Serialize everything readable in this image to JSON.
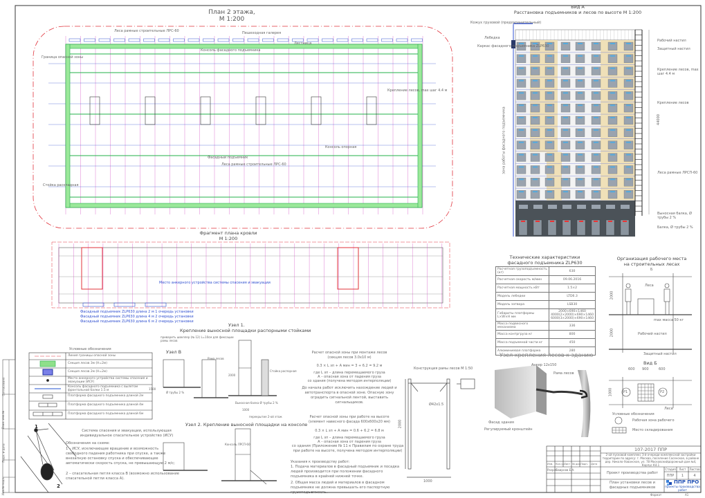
{
  "plan": {
    "title": "План 2 этажа,",
    "scale": "М 1:200",
    "labels": [
      "Леса рамные строительные ЛРС-60",
      "Консоль фасадного подъемника",
      "Граница опасной зоны",
      "Крепление лесов, max шаг 4.4 м",
      "Лестница",
      "Стойка раскладная",
      "Фасадный подъемник",
      "Леса рамные строительные ЛРС-60",
      "Консоль опорная",
      "Пешеходная галерея"
    ]
  },
  "roof": {
    "title": "Фрагмент плана кровли",
    "scale": "М 1:200",
    "labels": [
      "Фасадный подъемник ZLP630 длина 2 м 1 очередь установки",
      "Фасадный подъемник ZLP630 длина 4 м 2 очередь установки",
      "Фасадный подъемник ZLP630 длина 6 м 2 очередь установки",
      "Место анкерного устройства системы спасения и эвакуации"
    ]
  },
  "elevation": {
    "title": "Вид А",
    "subtitle": "Расстановка подъемников и лесов по высоте М 1:200",
    "height_dim": "44000",
    "left_callouts": [
      "Кожух грузовой (предохранительный)",
      "Лебедка",
      "Каркас фасадного подъемника ZLP630"
    ],
    "right_callouts": [
      "Рабочий настил",
      "Защитный настил",
      "Крепление лесов, max шаг 4.4 м",
      "Крепление лесов",
      "Леса рамные ЛРСП-60",
      "Выносная балка, Ø трубы 2 %",
      "Балка, Ø трубы 2 %"
    ],
    "vertical_label": "зона работы фасадного подъемника"
  },
  "tech_table": {
    "title_line1": "Технические характеристики",
    "title_line2": "фасадного подъемника ZLP630",
    "rows": [
      [
        "Расчетная грузоподъемность (кг)",
        "630"
      ],
      [
        "Расчетная скорость м/мин",
        "09.06.2016"
      ],
      [
        "Расчетная мощность кВт",
        "1.5×2"
      ],
      [
        "Модель лебедки",
        "LTD6.3"
      ],
      [
        "Модель затвора",
        "LSB30"
      ],
      [
        "Габариты платформы L×W×H мм",
        "2000×690×1460 4000(2×2000)×690×1460 6000(3×2000)×690×1460"
      ],
      [
        "Масса подвесного механизма",
        "336"
      ],
      [
        "Масса контргруза кг",
        "800"
      ],
      [
        "Масса подъемной части кг",
        "450"
      ],
      [
        "Алюминиевая платформа",
        "280"
      ]
    ]
  },
  "workplace": {
    "title_line1": "Организация рабочего места",
    "title_line2": "на строительных лесах",
    "view_arrow": "Б",
    "labels": {
      "scaffold": "Леса",
      "max_mass": "max масса 50 кг",
      "work_deck": "Рабочий настил",
      "protect_deck": "Защитный настил",
      "scaffold2": "Леса"
    },
    "dims": {
      "h1": "2000",
      "h2": "2000",
      "w1": "600",
      "w2": "900",
      "w3": "600",
      "depth": "1000"
    },
    "view_b": "Вид Б",
    "p1": "P1",
    "p2": "P2",
    "legend_title": "Условные обозначения",
    "legend": [
      "Рабочая зона рабочего",
      "Место складирования"
    ]
  },
  "legend": {
    "title": "Условные обозначения",
    "items": [
      "Линия границы опасной зоны",
      "Секция лесов 3м (Н=2м)",
      "Секция лесов 2м (Н=2м)",
      "Место анкерного устройства системы спасения и эвакуации (ИСУ)",
      "Консоль фасадного подъемника с вылетом фронтальной балки 1.5 м",
      "Платформа фасадного подъемника длиной 2м",
      "Платформа фасадного подъемника длиной 4м",
      "Платформа фасадного подъемника длиной 6м"
    ]
  },
  "rescue": {
    "marker1": "1",
    "marker2": "2",
    "heading": "Система спасения и эвакуации, использующая индивидуальное спасательное устройство (ИСУ)",
    "subheading": "Обозначения на схеме:",
    "item1": "1 – ИСУ, исключающее вращение и возможность свободного падения работника при спуске, а также внезапную остановку спуска и обеспечивающее автоматически скорость спуска, не превышающую 2 м/с;",
    "item2": "2 – спасательная петля класса В (возможно использование спасательной петли класса А)."
  },
  "nodes": {
    "node_b": "Узел В",
    "node1_title": "Узел 1.",
    "node1_sub": "Крепление выносной площадки распорными стойками",
    "node2_title": "Узел 2. Крепление выносной площадки на консоле",
    "labels": [
      "приварить швеллер (№ 12) L=10см для фиксации рамы лесов",
      "Рама лесов",
      "Стойка распорная",
      "Выносная балка Ø трубы 2 %",
      "перекрытие 2-ой этаж",
      "Ø трубы 2 %",
      "Консоль ЛРСП-60",
      "2000",
      "1000",
      "1500"
    ]
  },
  "calc": {
    "t1": "Расчет опасной зоны при монтаже лесов",
    "t1b": "(секция лесов 3.0х10 м)",
    "f1": "0.3 × L зп + A мин = 3 + 6.2 = 9.2 м",
    "w1a": "где   L зп – длина перемещаемого груза",
    "w1b": "A – опасная зона от падения груза",
    "w1c": "со здания (получена методом интерполяции)",
    "n1": "До начала работ исключить нахождение людей и автотранспорта в опасной зоне. Опасную зону оградить сигнальной лентой, выставить сигнальщиков.",
    "t2": "Расчет опасной зоны при работе на высоте",
    "t2b": "(элемент навесного фасада 600х600х20 мм)",
    "f2": "0.3 × L зп + A мин = 0.6 + 6.2 = 6.8 м",
    "w2a": "где   L зп – длина перемещаемого груза",
    "w2b": "A – опасная зона от падения груза",
    "w2c": "со здания (Приложение № 11 к Правилам по охране труда при работе на высоте, получена методом интерполяции)",
    "notes_title": "Указания к производству работ:",
    "note1": "1. Подача материалов в фасадный подъемник и посадка людей производится при положении фасадного подъемника в крайней нижней точке.",
    "note2": "2. Общая масса людей и материалов в фасадном подъемнике не должна превышать его паспортную грузоподъемность."
  },
  "frame": {
    "title": "Конструкция рамы лесов  М 1:50",
    "pipe": "Ø42х1.5",
    "height": "2000",
    "width": "1000"
  },
  "anchor": {
    "title": "Узел крепления  лесов к зданию",
    "labels": [
      "Анкер 12х150",
      "Рама лесов",
      "Фасад здания",
      "Регулируемый кронштейн"
    ]
  },
  "title_block": {
    "code": "107-2017 ППР",
    "address": "2-ой пусковой комплекс 3-й очереди комплексной застройки территории по адресу: г. Москва, поселение Сосенское, в районе дер. Николо-Хованское, ул. 78 Московскийдорожный дом №4, Корпус К4.1",
    "headers": [
      "Изм.",
      "Кол.уч.",
      "Лист",
      "№ док.",
      "Подп.",
      "Дата"
    ],
    "dev_label": "Разраб.",
    "dev_name": "Смирнов Е.А.",
    "project": "Проект производства работ",
    "sheet_name": "План установки лесов и фасадных подъемников",
    "stage_h": "Стадия",
    "sheet_h": "Лист",
    "sheets_h": "Листов",
    "stage": "ППР",
    "sheet": "1",
    "sheets": "4",
    "logo": "ППР ПРО",
    "logo_sub": "проекты производства работ",
    "format_label": "Формат",
    "format": "А1"
  },
  "stamp": [
    "Инв.№ подл.",
    "Подп. и дата",
    "Взам. инв.№",
    "Согласовано"
  ],
  "colors": {
    "danger": "#e0303a",
    "scaffold": "#22b04a",
    "grid": "#d040c0",
    "blue": "#3050d0",
    "facade": "#efe0b8",
    "base": "#4b5258"
  }
}
